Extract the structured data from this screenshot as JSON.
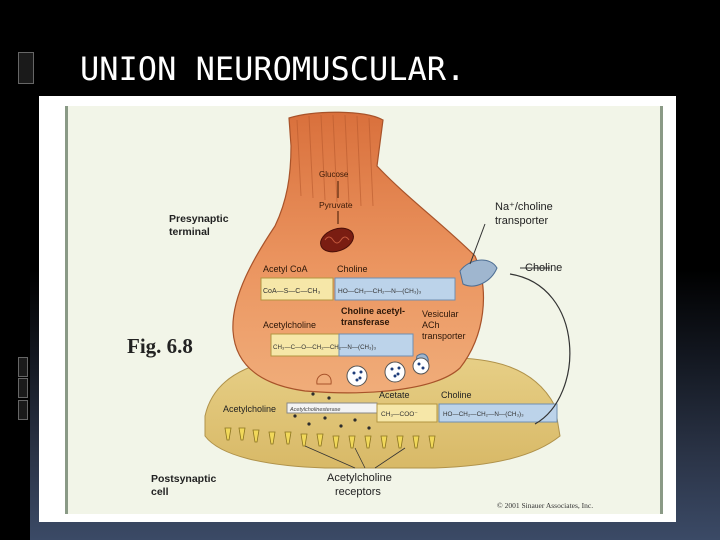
{
  "slide": {
    "title": "UNION NEUROMUSCULAR."
  },
  "figure": {
    "fig_label": "Fig. 6.8",
    "presynaptic_label_1": "Presynaptic",
    "presynaptic_label_2": "terminal",
    "postsynaptic_label_1": "Postsynaptic",
    "postsynaptic_label_2": "cell",
    "glucose": "Glucose",
    "pyruvate": "Pyruvate",
    "acetyl_coa": "Acetyl CoA",
    "choline_top": "Choline",
    "coa_formula": "CoA—S—C—CH₃",
    "choline_formula": "HO—CH₂—CH₂—N—(CH₃)₃",
    "enzyme_1": "Choline acetyl-",
    "enzyme_2": "transferase",
    "acetylcholine_top": "Acetylcholine",
    "ach_formula": "CH₃—C—O—CH₂—CH₂—N—(CH₃)₃",
    "vesicular_1": "Vesicular",
    "vesicular_2": "ACh",
    "vesicular_3": "transporter",
    "na_choline_1": "Na⁺/choline",
    "na_choline_2": "transporter",
    "choline_right": "Choline",
    "acetylcholine_cleft": "Acetylcholine",
    "acetylcholinesterase": "Acetylcholinesterase",
    "acetate": "Acetate",
    "choline_bottom": "Choline",
    "acetate_formula": "CH₃—COO⁻",
    "choline_formula_2": "HO—CH₂—CH₂—N—(CH₃)₃",
    "receptors_1": "Acetylcholine",
    "receptors_2": "receptors",
    "copyright": "© 2001 Sinauer Associates, Inc.",
    "colors": {
      "terminal": "#e8935a",
      "postsynaptic": "#e3c87a",
      "formula_box": "#f6e7a8",
      "choline_box": "#bcd3ea",
      "receptor": "#f1d85a"
    }
  }
}
